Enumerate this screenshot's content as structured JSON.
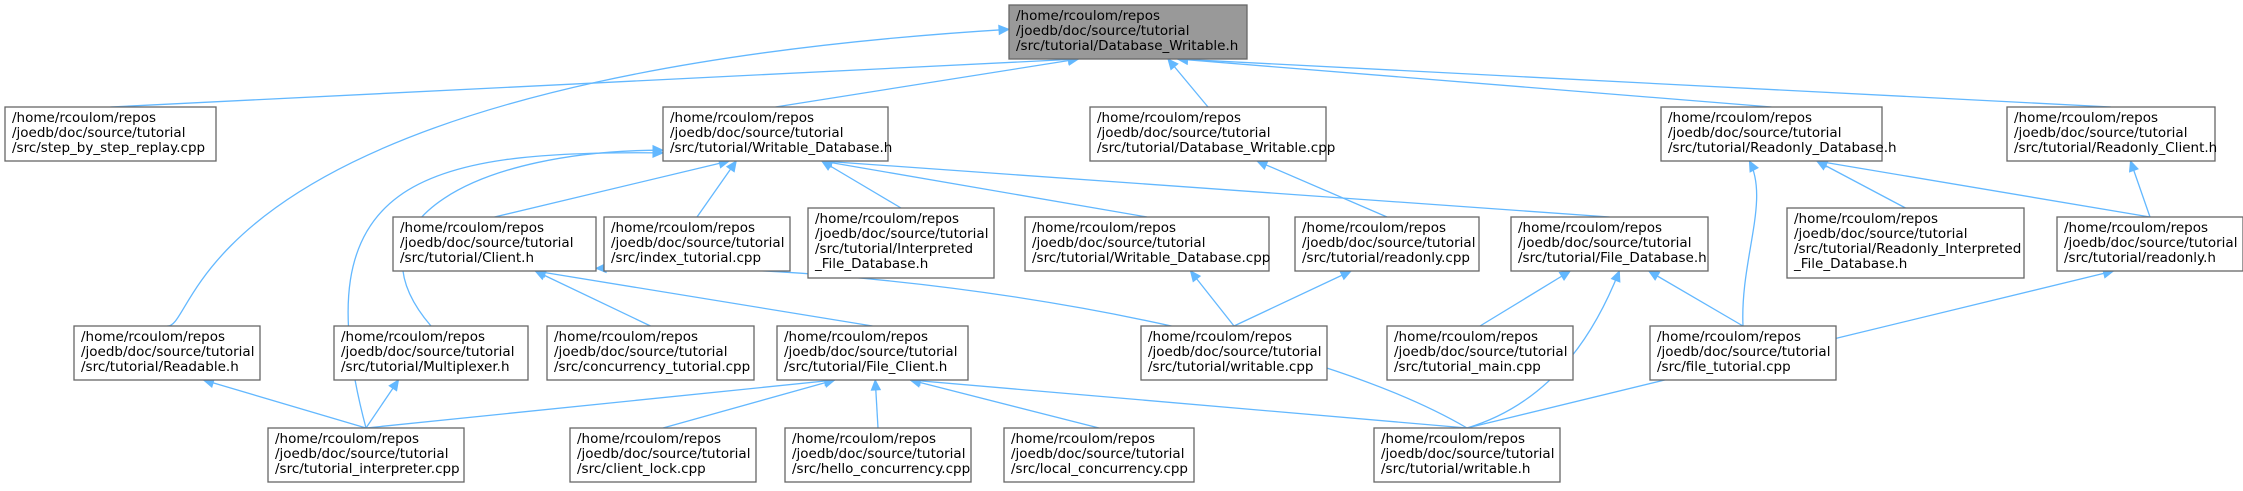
{
  "nodes": [
    {
      "id": "root",
      "lines": [
        "/home/rcoulom/repos",
        "/joedb/doc/source/tutorial",
        "/src/tutorial/Database_Writable.h"
      ],
      "highlight": true
    },
    {
      "id": "step_replay",
      "lines": [
        "/home/rcoulom/repos",
        "/joedb/doc/source/tutorial",
        "/src/step_by_step_replay.cpp"
      ]
    },
    {
      "id": "writable_db_h",
      "lines": [
        "/home/rcoulom/repos",
        "/joedb/doc/source/tutorial",
        "/src/tutorial/Writable_Database.h"
      ]
    },
    {
      "id": "db_writable_cpp",
      "lines": [
        "/home/rcoulom/repos",
        "/joedb/doc/source/tutorial",
        "/src/tutorial/Database_Writable.cpp"
      ]
    },
    {
      "id": "readonly_db_h",
      "lines": [
        "/home/rcoulom/repos",
        "/joedb/doc/source/tutorial",
        "/src/tutorial/Readonly_Database.h"
      ]
    },
    {
      "id": "readonly_client_h",
      "lines": [
        "/home/rcoulom/repos",
        "/joedb/doc/source/tutorial",
        "/src/tutorial/Readonly_Client.h"
      ]
    },
    {
      "id": "client_h",
      "lines": [
        "/home/rcoulom/repos",
        "/joedb/doc/source/tutorial",
        "/src/tutorial/Client.h"
      ]
    },
    {
      "id": "index_tutorial",
      "lines": [
        "/home/rcoulom/repos",
        "/joedb/doc/source/tutorial",
        "/src/index_tutorial.cpp"
      ]
    },
    {
      "id": "interp_file_db_h",
      "lines": [
        "/home/rcoulom/repos",
        "/joedb/doc/source/tutorial",
        "/src/tutorial/Interpreted",
        "_File_Database.h"
      ]
    },
    {
      "id": "writable_db_cpp",
      "lines": [
        "/home/rcoulom/repos",
        "/joedb/doc/source/tutorial",
        "/src/tutorial/Writable_Database.cpp"
      ]
    },
    {
      "id": "readonly_cpp",
      "lines": [
        "/home/rcoulom/repos",
        "/joedb/doc/source/tutorial",
        "/src/tutorial/readonly.cpp"
      ]
    },
    {
      "id": "file_db_h",
      "lines": [
        "/home/rcoulom/repos",
        "/joedb/doc/source/tutorial",
        "/src/tutorial/File_Database.h"
      ]
    },
    {
      "id": "ro_interp_file_db_h",
      "lines": [
        "/home/rcoulom/repos",
        "/joedb/doc/source/tutorial",
        "/src/tutorial/Readonly_Interpreted",
        "_File_Database.h"
      ]
    },
    {
      "id": "readonly_h",
      "lines": [
        "/home/rcoulom/repos",
        "/joedb/doc/source/tutorial",
        "/src/tutorial/readonly.h"
      ]
    },
    {
      "id": "readable_h",
      "lines": [
        "/home/rcoulom/repos",
        "/joedb/doc/source/tutorial",
        "/src/tutorial/Readable.h"
      ]
    },
    {
      "id": "multiplexer_h",
      "lines": [
        "/home/rcoulom/repos",
        "/joedb/doc/source/tutorial",
        "/src/tutorial/Multiplexer.h"
      ]
    },
    {
      "id": "concurrency_tutorial",
      "lines": [
        "/home/rcoulom/repos",
        "/joedb/doc/source/tutorial",
        "/src/concurrency_tutorial.cpp"
      ]
    },
    {
      "id": "file_client_h",
      "lines": [
        "/home/rcoulom/repos",
        "/joedb/doc/source/tutorial",
        "/src/tutorial/File_Client.h"
      ]
    },
    {
      "id": "writable_cpp",
      "lines": [
        "/home/rcoulom/repos",
        "/joedb/doc/source/tutorial",
        "/src/tutorial/writable.cpp"
      ]
    },
    {
      "id": "tutorial_main",
      "lines": [
        "/home/rcoulom/repos",
        "/joedb/doc/source/tutorial",
        "/src/tutorial_main.cpp"
      ]
    },
    {
      "id": "file_tutorial",
      "lines": [
        "/home/rcoulom/repos",
        "/joedb/doc/source/tutorial",
        "/src/file_tutorial.cpp"
      ]
    },
    {
      "id": "tutorial_interpreter",
      "lines": [
        "/home/rcoulom/repos",
        "/joedb/doc/source/tutorial",
        "/src/tutorial_interpreter.cpp"
      ]
    },
    {
      "id": "client_lock",
      "lines": [
        "/home/rcoulom/repos",
        "/joedb/doc/source/tutorial",
        "/src/client_lock.cpp"
      ]
    },
    {
      "id": "hello_concurrency",
      "lines": [
        "/home/rcoulom/repos",
        "/joedb/doc/source/tutorial",
        "/src/hello_concurrency.cpp"
      ]
    },
    {
      "id": "local_concurrency",
      "lines": [
        "/home/rcoulom/repos",
        "/joedb/doc/source/tutorial",
        "/src/local_concurrency.cpp"
      ]
    },
    {
      "id": "writable_h",
      "lines": [
        "/home/rcoulom/repos",
        "/joedb/doc/source/tutorial",
        "/src/tutorial/writable.h"
      ]
    }
  ],
  "edges": [
    {
      "from": "step_replay",
      "to": "root"
    },
    {
      "from": "writable_db_h",
      "to": "root"
    },
    {
      "from": "db_writable_cpp",
      "to": "root"
    },
    {
      "from": "readonly_db_h",
      "to": "root"
    },
    {
      "from": "readonly_client_h",
      "to": "root"
    },
    {
      "from": "readable_h",
      "to": "root"
    },
    {
      "from": "client_h",
      "to": "writable_db_h"
    },
    {
      "from": "index_tutorial",
      "to": "writable_db_h"
    },
    {
      "from": "interp_file_db_h",
      "to": "writable_db_h"
    },
    {
      "from": "writable_db_cpp",
      "to": "writable_db_h"
    },
    {
      "from": "file_db_h",
      "to": "writable_db_h"
    },
    {
      "from": "multiplexer_h",
      "to": "writable_db_h"
    },
    {
      "from": "tutorial_interpreter",
      "to": "writable_db_h"
    },
    {
      "from": "readonly_cpp",
      "to": "db_writable_cpp"
    },
    {
      "from": "ro_interp_file_db_h",
      "to": "readonly_db_h"
    },
    {
      "from": "readonly_h",
      "to": "readonly_db_h"
    },
    {
      "from": "file_tutorial",
      "to": "readonly_db_h"
    },
    {
      "from": "readonly_h",
      "to": "readonly_client_h"
    },
    {
      "from": "concurrency_tutorial",
      "to": "client_h"
    },
    {
      "from": "file_client_h",
      "to": "client_h"
    },
    {
      "from": "writable_h",
      "to": "client_h"
    },
    {
      "from": "writable_cpp",
      "to": "writable_db_cpp"
    },
    {
      "from": "writable_cpp",
      "to": "readonly_cpp"
    },
    {
      "from": "tutorial_main",
      "to": "file_db_h"
    },
    {
      "from": "file_tutorial",
      "to": "file_db_h"
    },
    {
      "from": "writable_h",
      "to": "file_db_h"
    },
    {
      "from": "writable_h",
      "to": "readonly_h"
    },
    {
      "from": "tutorial_interpreter",
      "to": "readable_h"
    },
    {
      "from": "tutorial_interpreter",
      "to": "multiplexer_h"
    },
    {
      "from": "tutorial_interpreter",
      "to": "file_client_h"
    },
    {
      "from": "client_lock",
      "to": "file_client_h"
    },
    {
      "from": "hello_concurrency",
      "to": "file_client_h"
    },
    {
      "from": "local_concurrency",
      "to": "file_client_h"
    },
    {
      "from": "writable_h",
      "to": "file_client_h"
    }
  ]
}
